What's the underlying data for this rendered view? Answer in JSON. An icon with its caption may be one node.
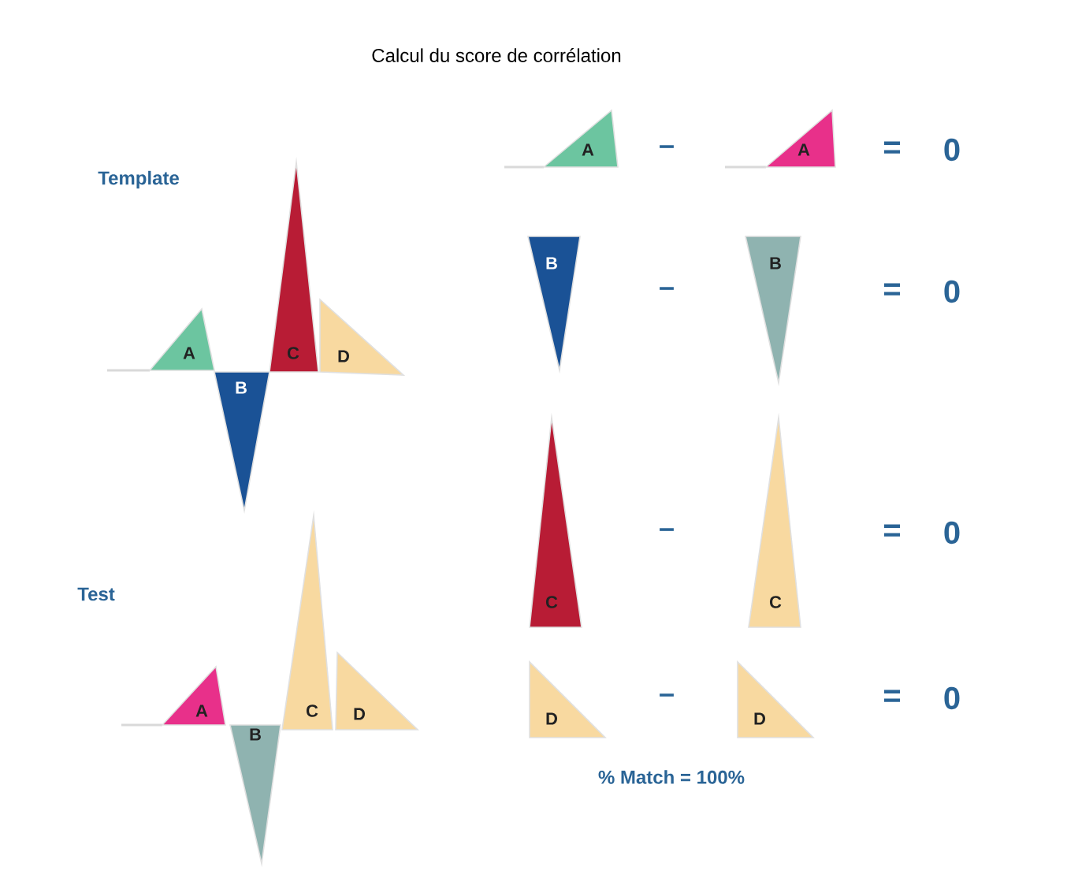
{
  "diagram": {
    "title": "Calcul du score de corrélation",
    "nodes": [
      {
        "text": [
          "A"
        ]
      },
      {
        "text": [
          "B"
        ]
      },
      {
        "text": [
          "C"
        ]
      },
      {
        "text": [
          "D"
        ]
      },
      {
        "text": [
          "A"
        ]
      },
      {
        "text": [
          "B"
        ]
      },
      {
        "text": [
          "C"
        ]
      },
      {
        "text": [
          "D"
        ]
      },
      {
        "text": [
          "A"
        ]
      },
      {
        "text": [
          "A"
        ]
      },
      {
        "text": [
          "B"
        ]
      },
      {
        "text": [
          "B"
        ]
      },
      {
        "text": [
          "C"
        ]
      },
      {
        "text": [
          "C"
        ]
      },
      {
        "text": [
          "D"
        ]
      },
      {
        "text": [
          "D"
        ]
      }
    ],
    "labels": [
      "Template",
      "–",
      "=",
      "0",
      "–",
      "=",
      "0",
      "–",
      "=",
      "0",
      "Test",
      "–",
      "=",
      "0",
      "% Match = 100%"
    ]
  }
}
